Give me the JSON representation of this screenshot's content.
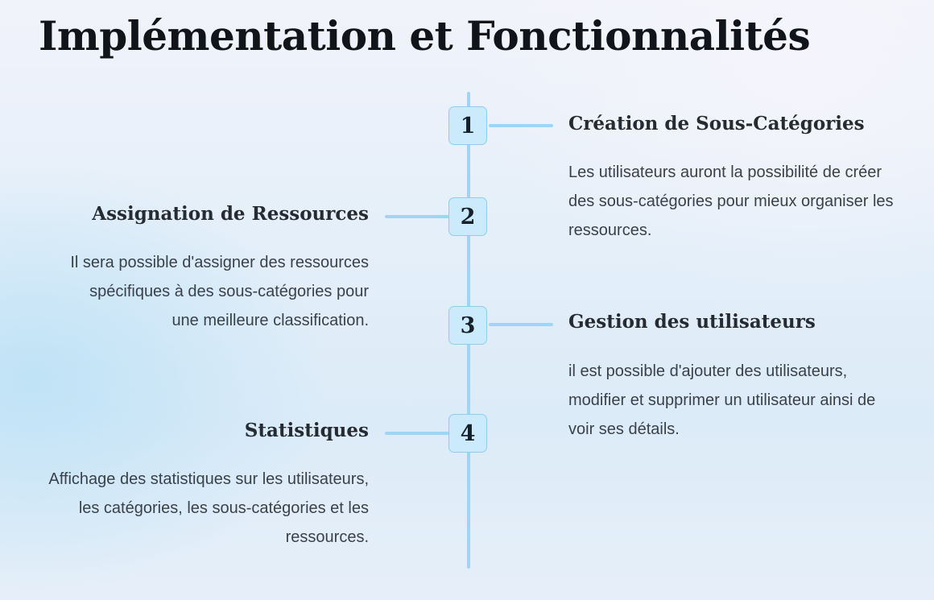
{
  "title": "Implémentation et Fonctionnalités",
  "steps": [
    {
      "number": "1",
      "side": "right",
      "title": "Création de Sous-Catégories",
      "description": "Les utilisateurs auront la possibilité de créer des sous-catégories pour mieux organiser les ressources."
    },
    {
      "number": "2",
      "side": "left",
      "title": "Assignation de Ressources",
      "description": "Il sera possible d'assigner des ressources spécifiques à des sous-catégories pour une meilleure classification."
    },
    {
      "number": "3",
      "side": "right",
      "title": "Gestion des utilisateurs",
      "description": "il est possible d'ajouter des utilisateurs, modifier et supprimer un utilisateur ainsi de voir ses détails."
    },
    {
      "number": "4",
      "side": "left",
      "title": "Statistiques",
      "description": "Affichage des statistiques sur les utilisateurs, les catégories, les sous-catégories et les ressources."
    }
  ],
  "colors": {
    "timeline": "#9dd6f5",
    "node_fill": "#cbeafb",
    "node_border": "#8fcdef",
    "title_text": "#111418"
  }
}
